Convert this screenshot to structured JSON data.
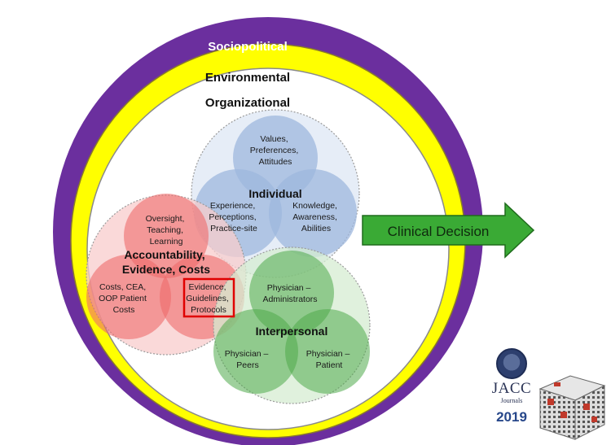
{
  "rings": {
    "sociopolitical": "Sociopolitical",
    "environmental": "Environmental",
    "organizational": "Organizational"
  },
  "individual": {
    "heading": "Individual",
    "top": [
      "Values,",
      "Preferences,",
      "Attitudes"
    ],
    "left": [
      "Experience,",
      "Perceptions,",
      "Practice-site"
    ],
    "right": [
      "Knowledge,",
      "Awareness,",
      "Abilities"
    ]
  },
  "accountability": {
    "heading": [
      "Accountability,",
      "Evidence, Costs"
    ],
    "top": [
      "Oversight,",
      "Teaching,",
      "Learning"
    ],
    "left": [
      "Costs, CEA,",
      "OOP Patient",
      "Costs"
    ],
    "right": [
      "Evidence,",
      "Guidelines,",
      "Protocols"
    ]
  },
  "interpersonal": {
    "heading": "Interpersonal",
    "top": [
      "Physician –",
      "Administrators"
    ],
    "left": [
      "Physician –",
      "Peers"
    ],
    "right": [
      "Physician –",
      "Patient"
    ]
  },
  "arrow": {
    "label": "Clinical Decision"
  },
  "logo": {
    "name": "JACC",
    "sub": "Journals",
    "year": "2019"
  },
  "colors": {
    "purple": "#6b2f9e",
    "yellow": "#ffff00",
    "blue": "#9db7de",
    "red": "#ef6b6b",
    "green": "#4faa4a",
    "arrow_green": "#3aaa35",
    "highlight": "#e00000"
  }
}
